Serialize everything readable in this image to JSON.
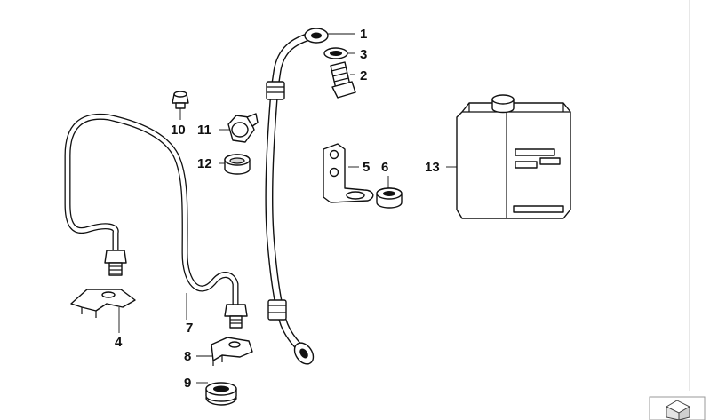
{
  "diagram": {
    "callouts": [
      "1",
      "2",
      "3",
      "4",
      "5",
      "6",
      "7",
      "8",
      "9",
      "10",
      "11",
      "12",
      "13"
    ]
  }
}
